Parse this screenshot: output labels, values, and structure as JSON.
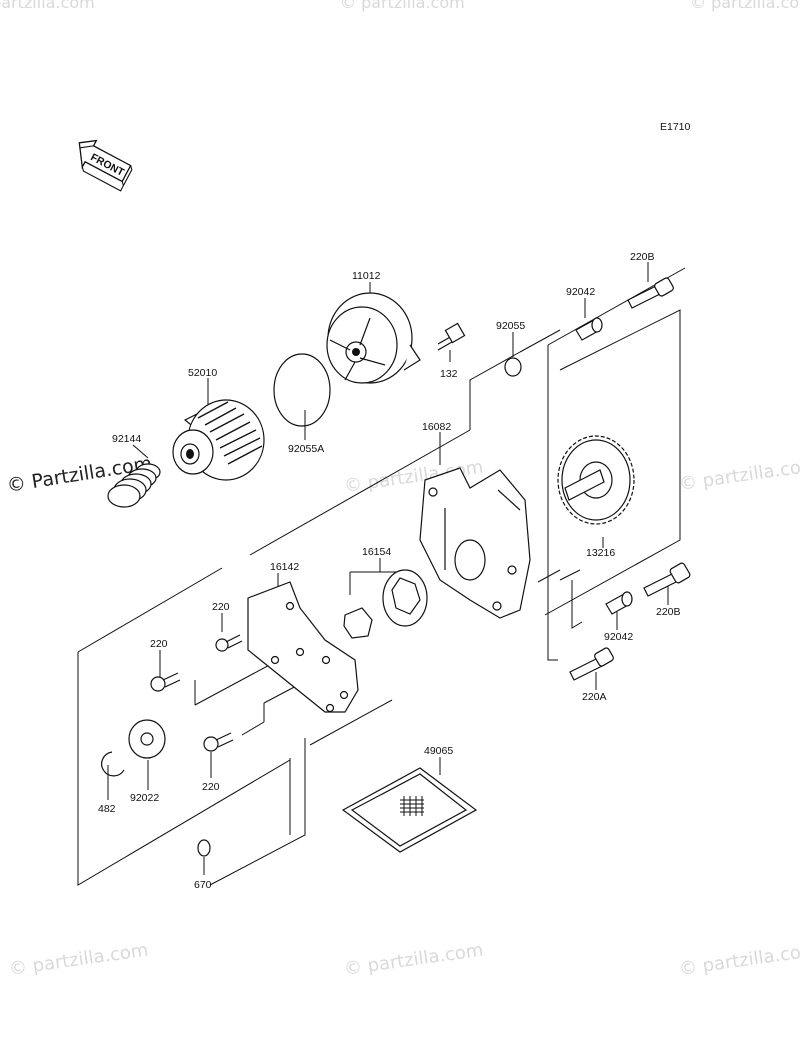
{
  "diagram": {
    "code": "E1710",
    "front_label": "FRONT",
    "watermark": "© Partzilla.com",
    "watermark_small": "© partzilla.com",
    "parts": {
      "p11012": "11012",
      "p52010": "52010",
      "p92055a": "92055A",
      "p92144": "92144",
      "p132": "132",
      "p92055": "92055",
      "p92042_top": "92042",
      "p220b_top": "220B",
      "p16082": "16082",
      "p13216": "13216",
      "p16154": "16154",
      "p16142": "16142",
      "p220_a": "220",
      "p220_b": "220",
      "p220_c": "220",
      "p220b_bot": "220B",
      "p92042_bot": "92042",
      "p220a": "220A",
      "p49065": "49065",
      "p482": "482",
      "p92022": "92022",
      "p670": "670"
    }
  }
}
